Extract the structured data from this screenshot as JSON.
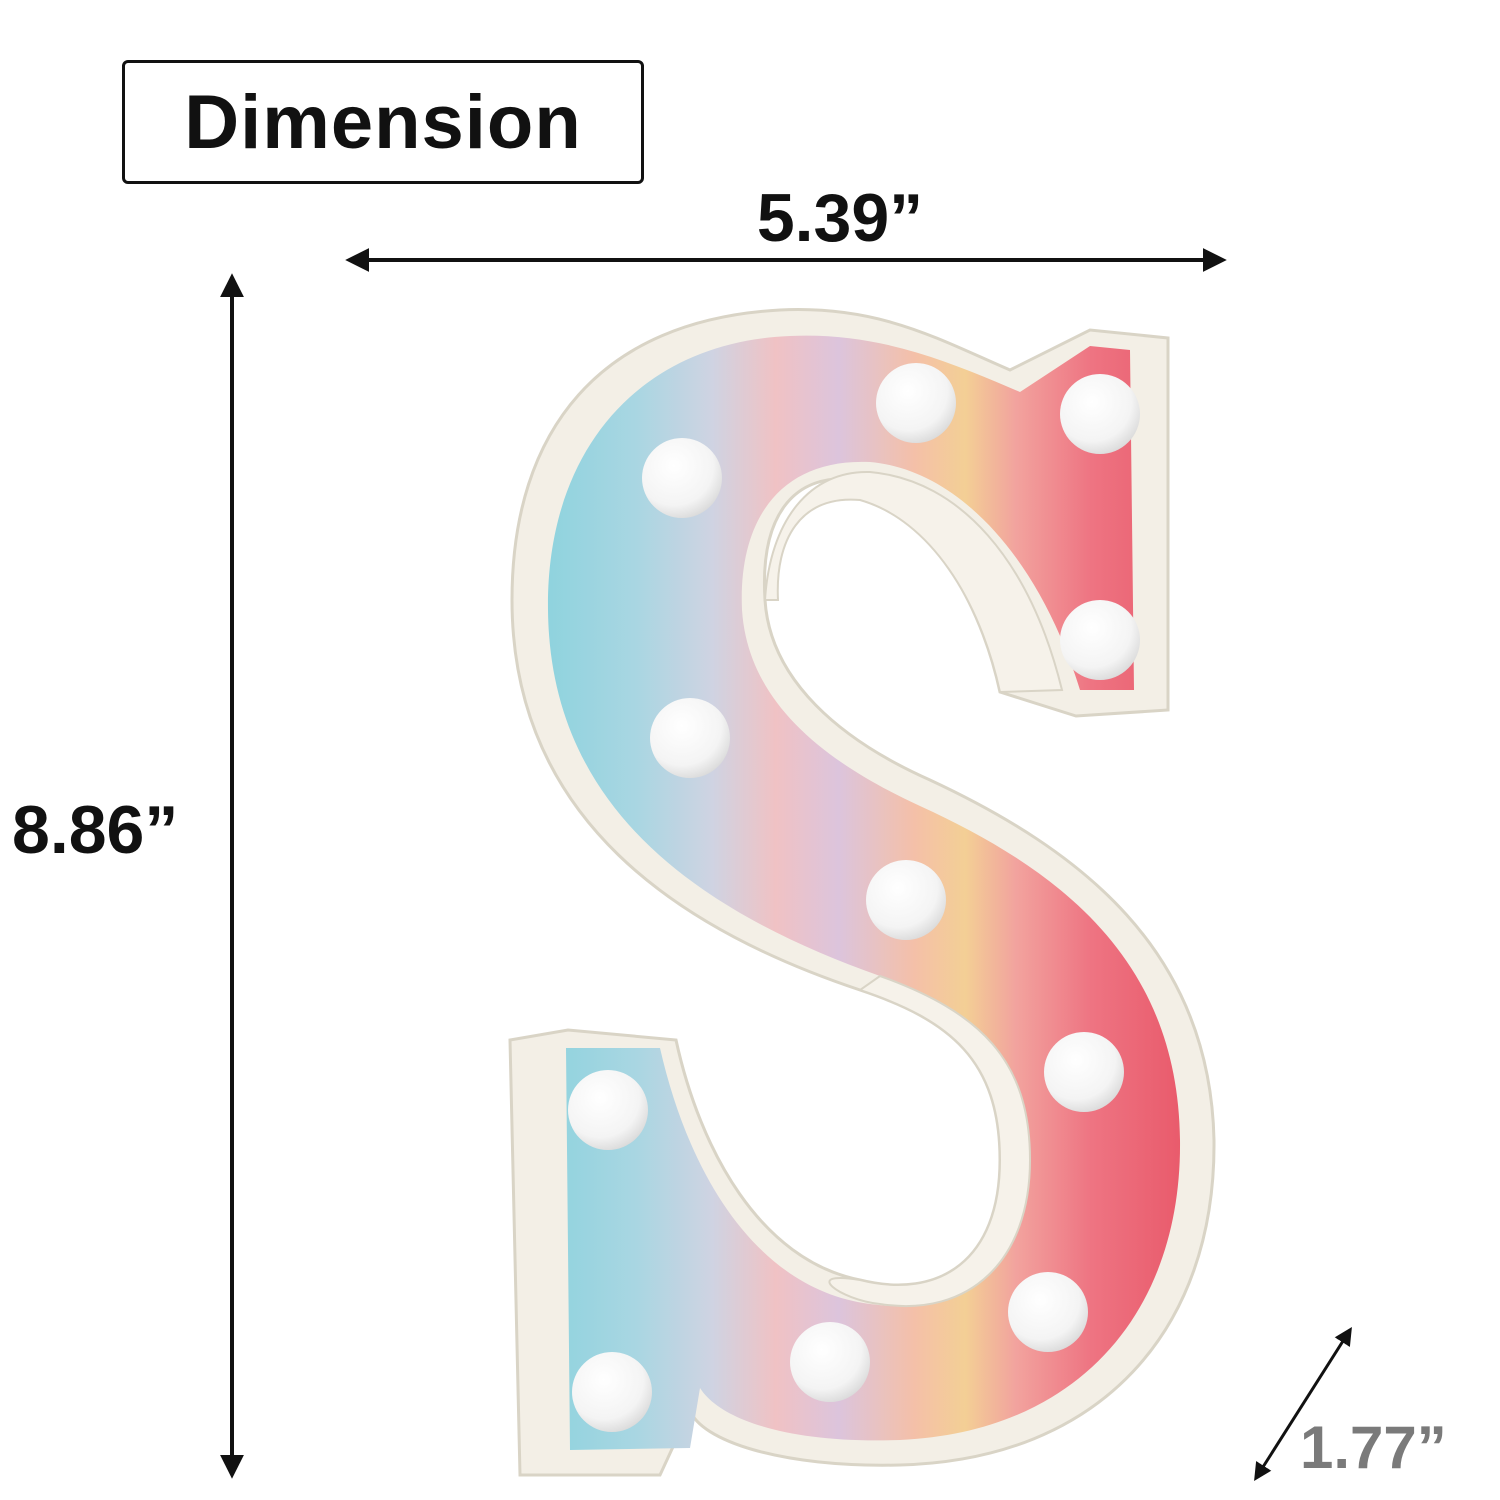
{
  "title": "Dimension",
  "dimensions": {
    "width": "5.39”",
    "height": "8.86”",
    "depth": "1.77”"
  },
  "product": {
    "letter": "S",
    "bulb_count": 11,
    "stripe_colors": [
      "#8fd3de",
      "#b9d9e3",
      "#e8c9d8",
      "#f3b9b1",
      "#d9c3dc",
      "#f6c1a3",
      "#f5d38f",
      "#f29a9a",
      "#ee6f7c",
      "#e95b6c"
    ],
    "frame_color": "#f3efe6"
  }
}
